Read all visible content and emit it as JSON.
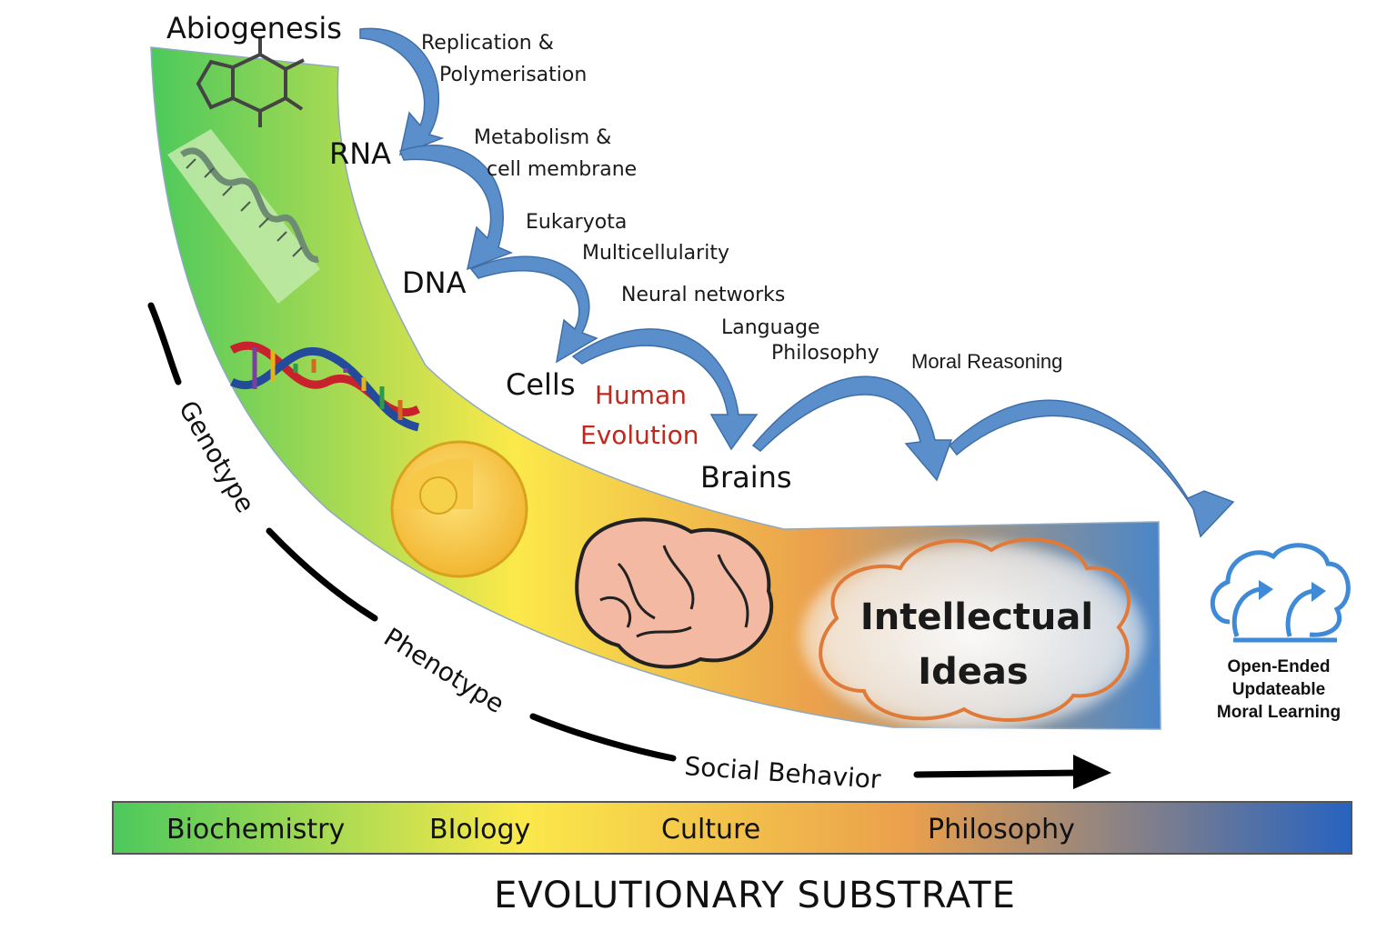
{
  "stages": {
    "abiogenesis": "Abiogenesis",
    "rna": "RNA",
    "dna": "DNA",
    "cells": "Cells",
    "brains": "Brains"
  },
  "transitions": {
    "replication_1": "Replication &",
    "replication_2": "Polymerisation",
    "metabolism_1": "Metabolism &",
    "metabolism_2": "cell membrane",
    "eukaryota": "Eukaryota",
    "multicellularity": "Multicellularity",
    "neural_networks": "Neural networks",
    "language": "Language",
    "philosophy": "Philosophy",
    "moral_reasoning": "Moral Reasoning"
  },
  "human_evolution": {
    "line1": "Human",
    "line2": "Evolution"
  },
  "axis": {
    "genotype": "Genotype",
    "phenotype": "Phenotype",
    "social_behavior": "Social Behavior"
  },
  "ideas": {
    "line1": "Intellectual",
    "line2": "Ideas"
  },
  "moral_learning": {
    "line1": "Open-Ended",
    "line2": "Updateable",
    "line3": "Moral Learning"
  },
  "substrate_bar": {
    "bands": [
      "Biochemistry",
      "BIology",
      "Culture",
      "Philosophy"
    ],
    "colors": [
      "#4cc95c",
      "#fbe94a",
      "#eba04c",
      "#2763c0"
    ]
  },
  "substrate_title": "EVOLUTIONARY SUBSTRATE",
  "colors": {
    "arrow": "#5b8fcc",
    "human_evolution": "#c0281e",
    "cloud_outline": "#e07a38",
    "moral_icon": "#3f8ad6"
  }
}
